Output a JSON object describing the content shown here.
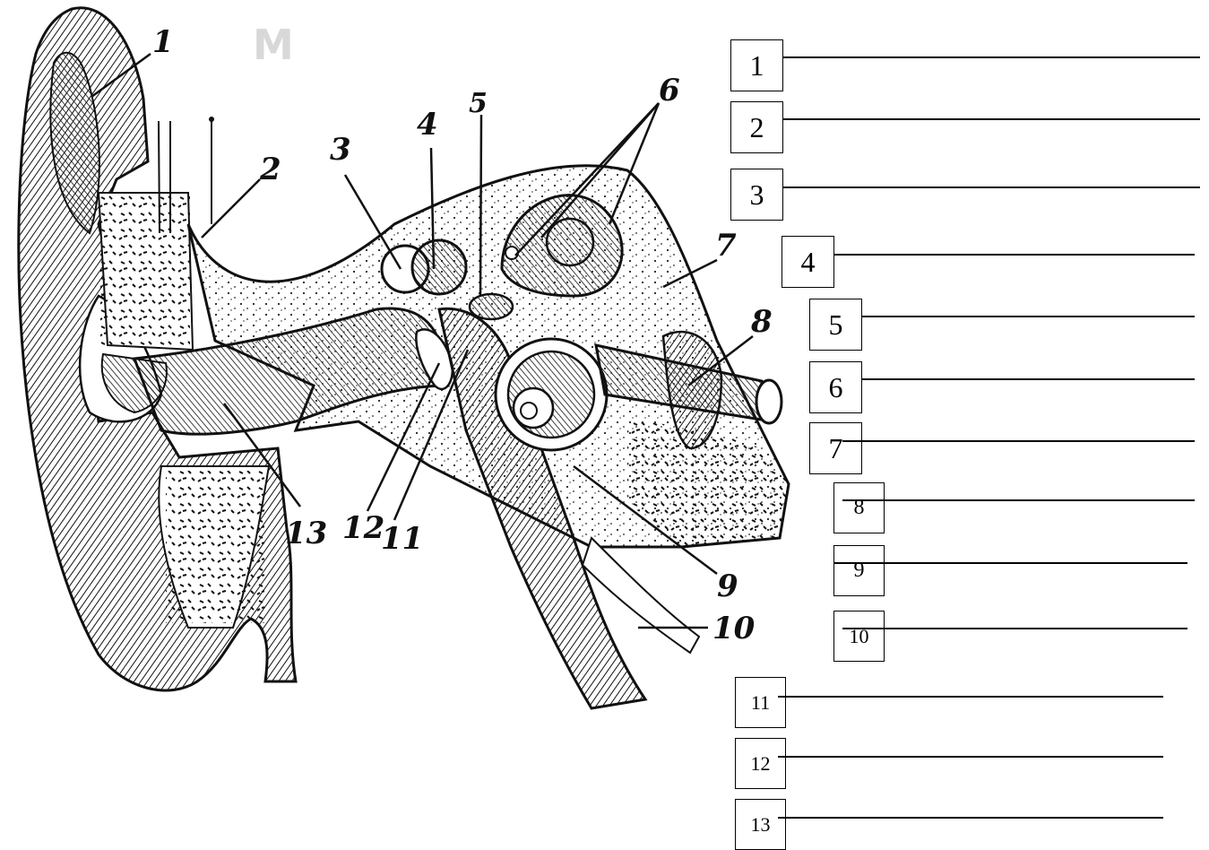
{
  "illustration": {
    "subject": "ear-anatomy-illustration",
    "watermark": "M",
    "callouts": [
      "1",
      "2",
      "3",
      "4",
      "5",
      "6",
      "7",
      "8",
      "9",
      "10",
      "11",
      "12",
      "13"
    ]
  },
  "answer_sheet": {
    "rows": [
      {
        "number": "1"
      },
      {
        "number": "2"
      },
      {
        "number": "3"
      },
      {
        "number": "4"
      },
      {
        "number": "5"
      },
      {
        "number": "6"
      },
      {
        "number": "7"
      },
      {
        "number": "8"
      },
      {
        "number": "9"
      },
      {
        "number": "10"
      },
      {
        "number": "11"
      },
      {
        "number": "12"
      },
      {
        "number": "13"
      }
    ]
  },
  "colors": {
    "ink": "#111111",
    "background": "#ffffff",
    "watermark": "#d8d8d8"
  }
}
